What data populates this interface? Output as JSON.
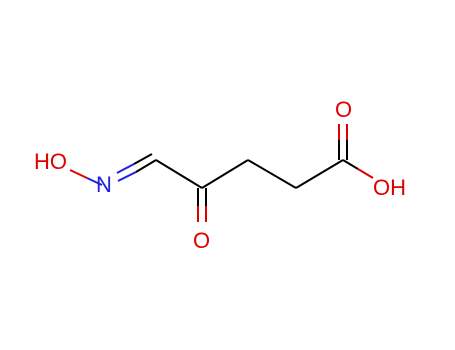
{
  "molecule": {
    "atoms": [
      {
        "id": "ho",
        "label": "HO",
        "element": "O",
        "color": "#e00000"
      },
      {
        "id": "n",
        "label": "N",
        "element": "N",
        "color": "#2020e0"
      },
      {
        "id": "o_ketone",
        "label": "O",
        "element": "O",
        "color": "#e00000"
      },
      {
        "id": "o_acid",
        "label": "O",
        "element": "O",
        "color": "#e00000"
      },
      {
        "id": "oh",
        "label": "OH",
        "element": "O",
        "color": "#e00000"
      }
    ],
    "bond_color": "#000000"
  }
}
